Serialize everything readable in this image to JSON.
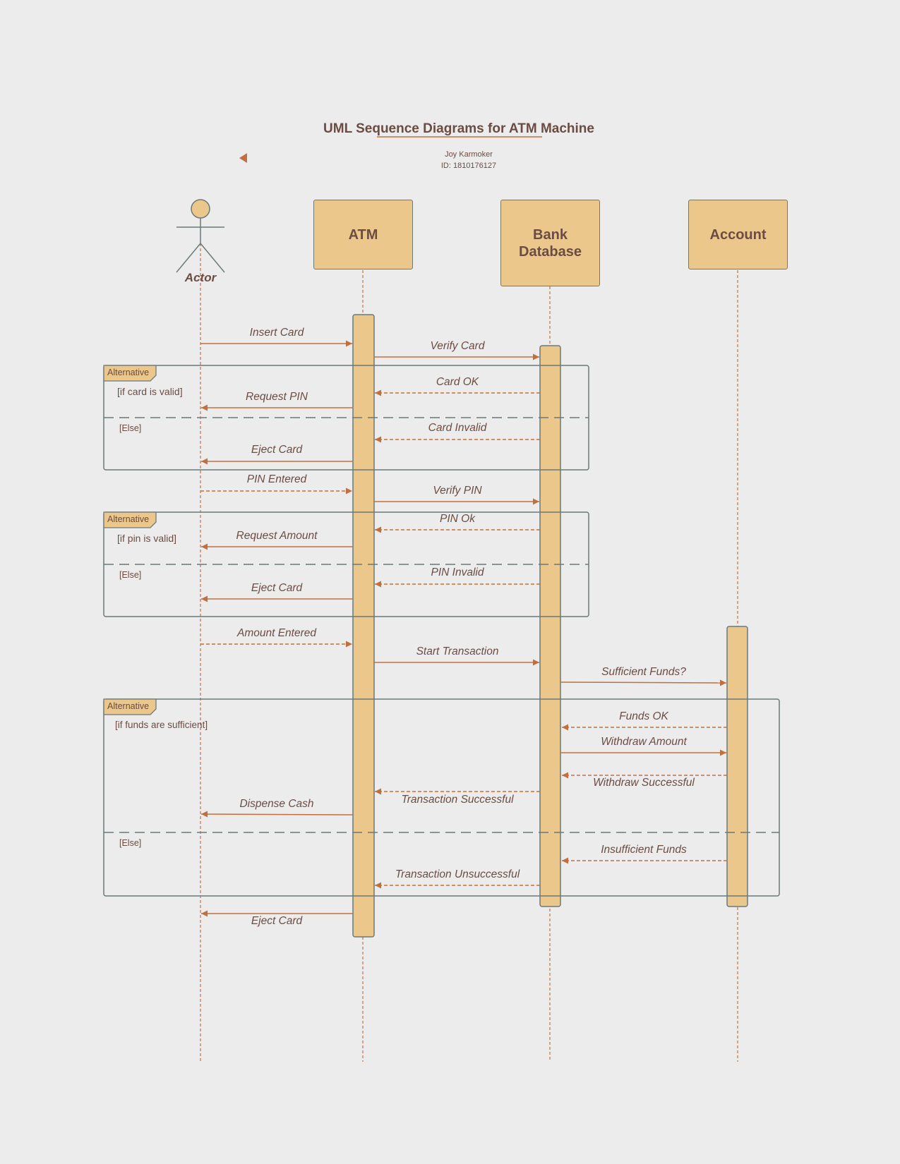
{
  "title": "UML Sequence Diagrams for ATM Machine",
  "author": {
    "name": "Joy Karmoker",
    "id": "ID: 1810176127"
  },
  "participants": {
    "actor": "Actor",
    "atm": "ATM",
    "bank": "Bank\nDatabase",
    "account": "Account"
  },
  "frames": [
    {
      "tag": "Alternative",
      "guard": "[if card is valid]",
      "else": "[Else]"
    },
    {
      "tag": "Alternative",
      "guard": "[if pin is valid]",
      "else": "[Else]"
    },
    {
      "tag": "Alternative",
      "guard": "[if  funds are sufficient]",
      "else": "[Else]"
    }
  ],
  "messages": {
    "insert_card": "Insert Card",
    "verify_card": "Verify Card",
    "card_ok": "Card OK",
    "request_pin": "Request PIN",
    "card_invalid": "Card Invalid",
    "eject_card_1": "Eject Card",
    "pin_entered": "PIN Entered",
    "verify_pin": "Verify PIN",
    "pin_ok": "PIN Ok",
    "request_amount": "Request Amount",
    "pin_invalid": "PIN Invalid",
    "eject_card_2": "Eject Card",
    "amount_entered": "Amount Entered",
    "start_transaction": "Start Transaction",
    "sufficient_funds": "Sufficient Funds?",
    "funds_ok": "Funds OK",
    "withdraw_amount": "Withdraw Amount",
    "withdraw_successful": "Withdraw Successful",
    "transaction_successful": "Transaction Successful",
    "dispense_cash": "Dispense Cash",
    "insufficient_funds": "Insufficient Funds",
    "transaction_unsuccessful": "Transaction Unsuccessful",
    "eject_card_3": "Eject Card"
  },
  "colors": {
    "accent": "#c0703e",
    "box_fill": "#ecc78b",
    "outline": "#6a7a7a",
    "text": "#6b4c42",
    "background": "#ececec"
  }
}
